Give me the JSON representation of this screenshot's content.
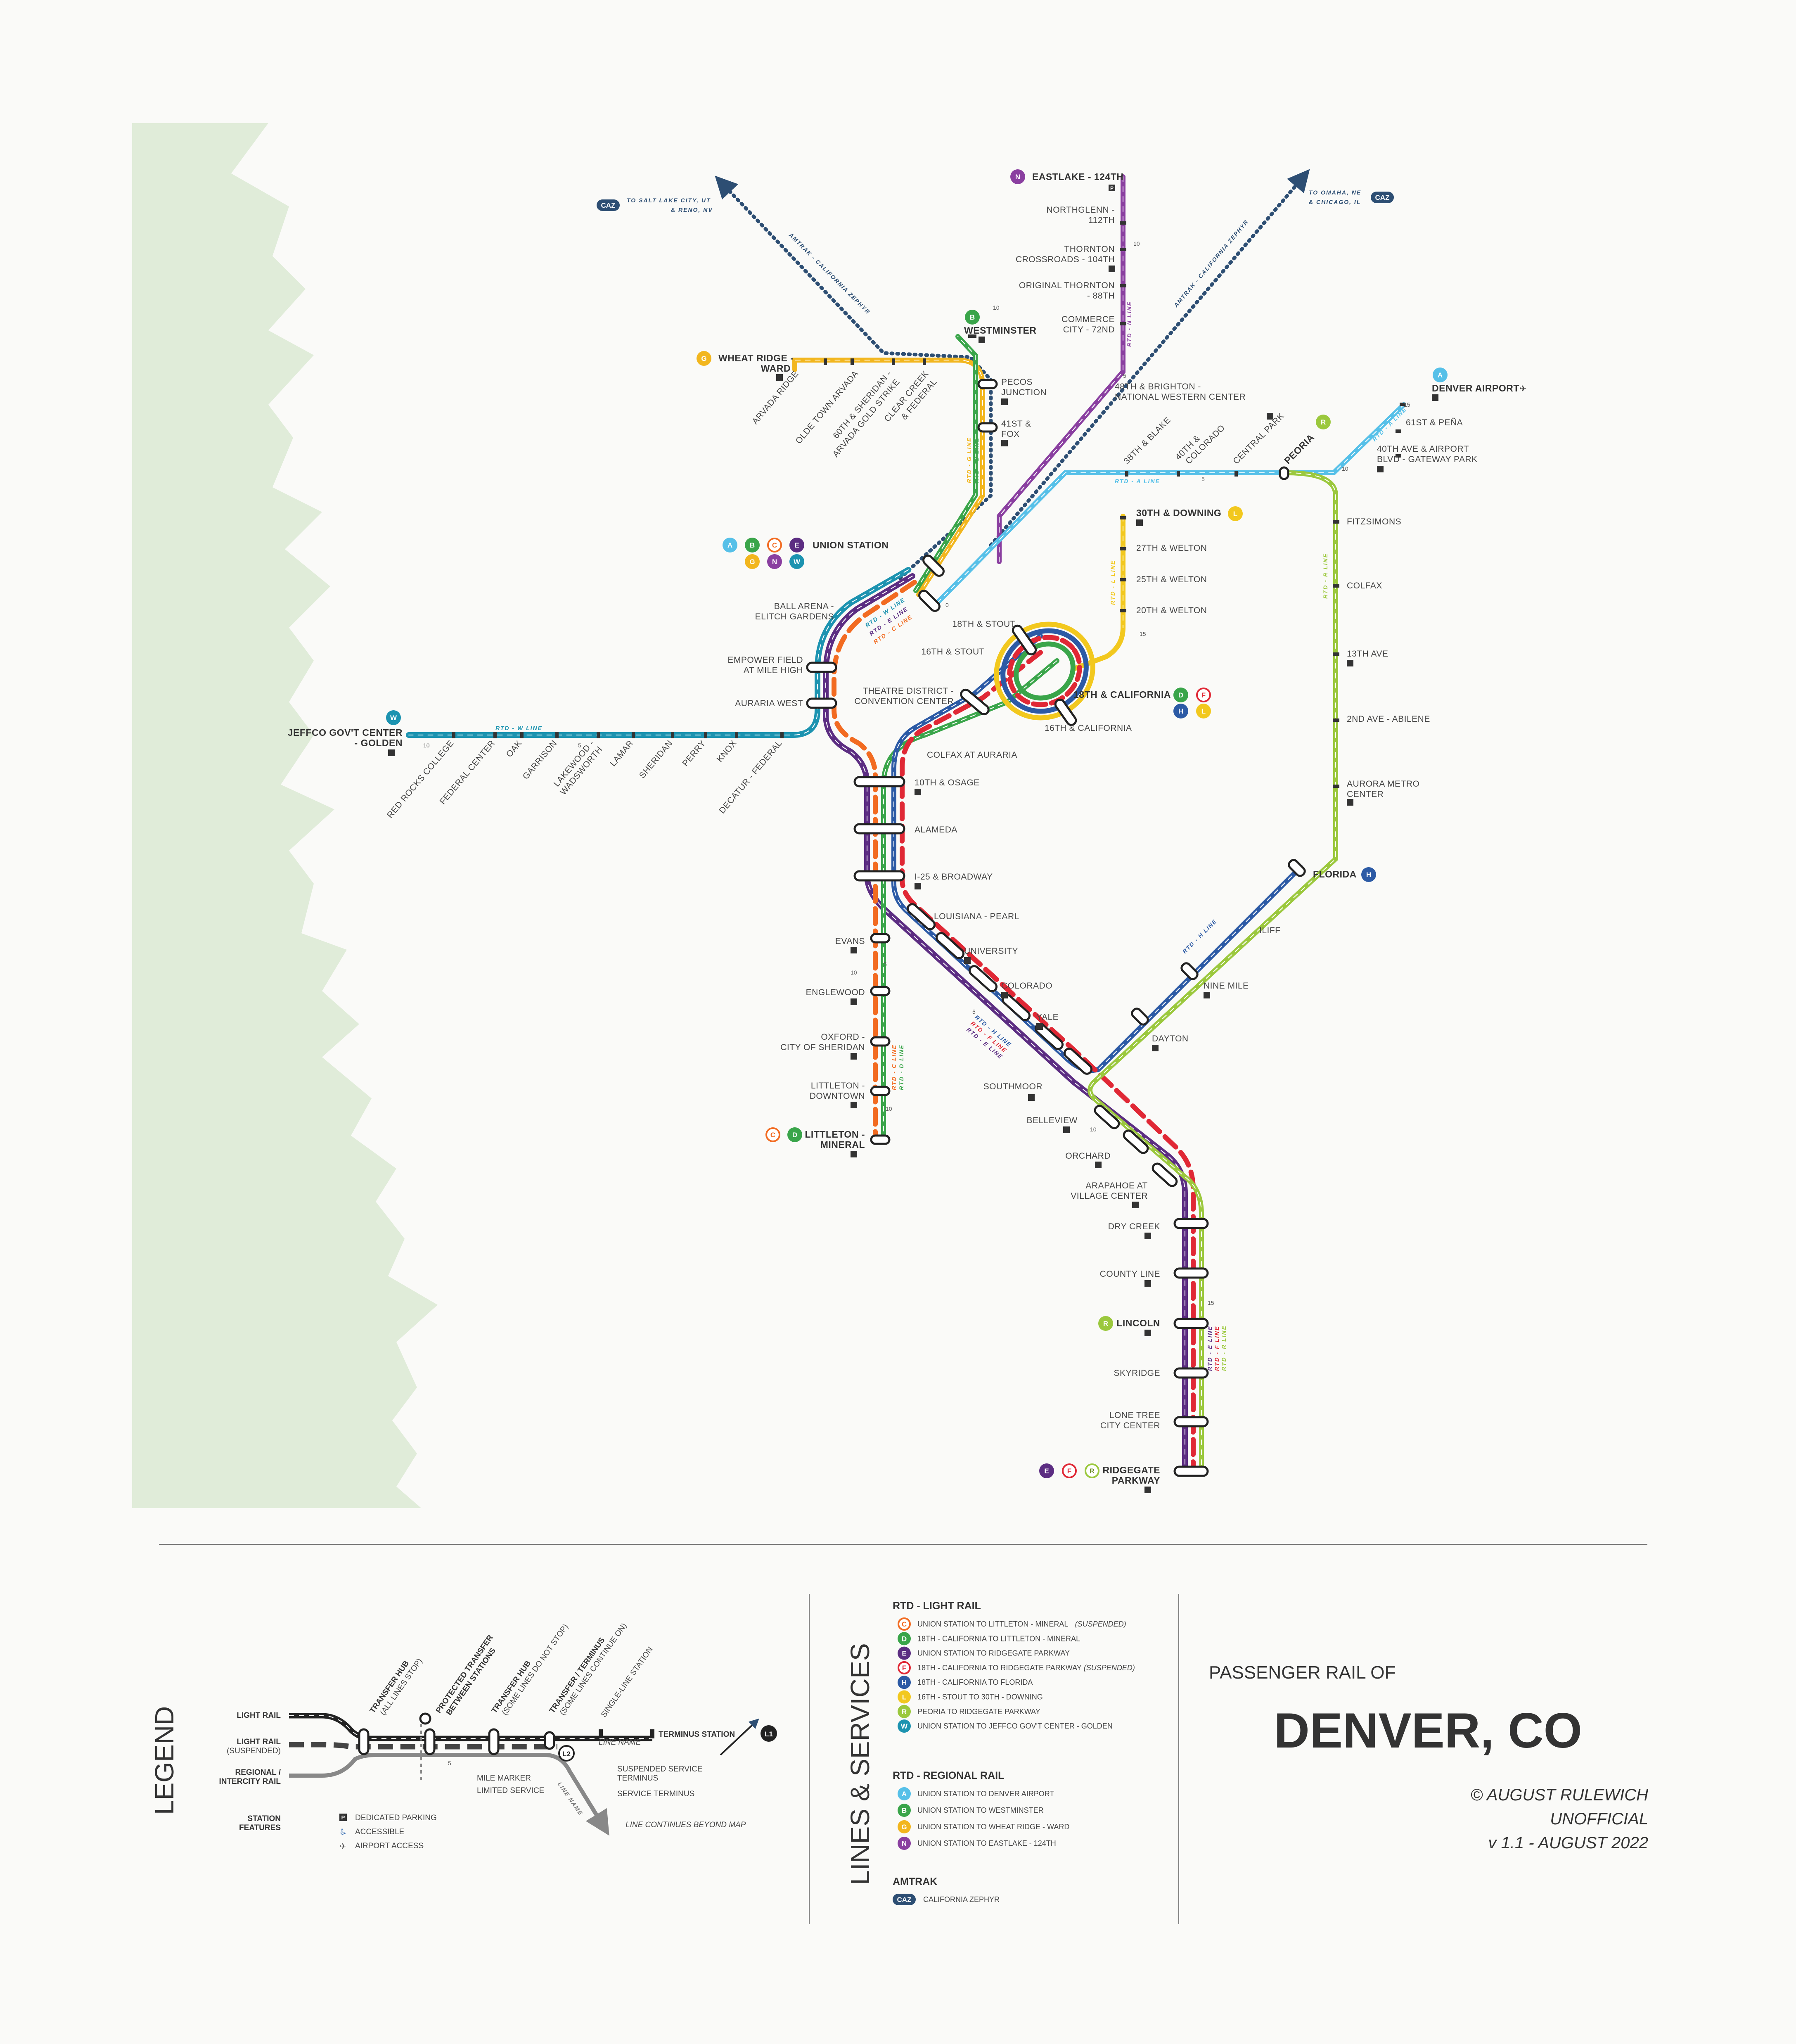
{
  "colors": {
    "A": "#56c0e8",
    "B": "#3aa54a",
    "C": "#f26b21",
    "D": "#3aa54a",
    "E": "#5c2d82",
    "F": "#e02835",
    "G": "#f2b61e",
    "H": "#2c5aa5",
    "L": "#f2c81e",
    "N": "#8a3fa0",
    "R": "#9bc83d",
    "W": "#1c93b0",
    "CAZ": "#2d4e73",
    "terrain": "#e0ecd9"
  },
  "lines_labels": {
    "w": "RTD - W LINE",
    "a": "RTD - A LINE",
    "a2": "RTD - A LINE",
    "n": "RTD - N LINE",
    "g": "RTD - G LINE",
    "b": "RTD - B LINE",
    "l": "RTD - L LINE",
    "r": "RTD - R LINE",
    "h": "RTD - H LINE",
    "west1": "RTD - W LINE",
    "west2": "RTD - E LINE",
    "west3": "RTD - C LINE",
    "sw1": "RTD - C LINE",
    "sw2": "RTD - D LINE",
    "se1": "RTD - H LINE",
    "se2": "RTD - F LINE",
    "se3": "RTD - E LINE",
    "s1": "RTD - E LINE",
    "s2": "RTD - F LINE",
    "s3": "RTD - R LINE",
    "amtrak_w": "AMTRAK - CALIFORNIA ZEPHYR",
    "amtrak_e": "AMTRAK - CALIFORNIA ZEPHYR"
  },
  "amtrak": {
    "west_badge": "CAZ",
    "west_text1": "TO SALT LAKE CITY, UT",
    "west_text2": "& RENO, NV",
    "east_badge": "CAZ",
    "east_text1": "TO OMAHA, NE",
    "east_text2": "& CHICAGO, IL"
  },
  "mile_markers": [
    "10",
    "5",
    "10",
    "5",
    "5",
    "10",
    "15",
    "10",
    "5",
    "15",
    "10",
    "10",
    "5",
    "10",
    "15",
    "0"
  ],
  "stations": {
    "eastlake": "EASTLAKE - 124TH",
    "northglenn1": "NORTHGLENN -",
    "northglenn2": "112TH",
    "thornton1": "THORNTON",
    "thornton2": "CROSSROADS - 104TH",
    "orig1": "ORIGINAL THORNTON",
    "orig2": "- 88TH",
    "comm1": "COMMERCE",
    "comm2": "CITY - 72ND",
    "westminster": "WESTMINSTER",
    "pecos1": "PECOS",
    "pecos2": "JUNCTION",
    "fox1": "41ST &",
    "fox2": "FOX",
    "brighton1": "48TH & BRIGHTON -",
    "brighton2": "NATIONAL WESTERN CENTER",
    "blake": "38TH & BLAKE",
    "colorado40_1": "40TH &",
    "colorado40_2": "COLORADO",
    "centralpark": "CENTRAL PARK",
    "peoria": "PEORIA",
    "pena": "61ST & PEÑA",
    "gateway1": "40TH AVE & AIRPORT",
    "gateway2": "BLVD - GATEWAY PARK",
    "airport": "DENVER AIRPORT",
    "wheatridge1": "WHEAT RIDGE -",
    "wheatridge2": "WARD",
    "arvadaridge": "ARVADA RIDGE",
    "oldetown": "OLDE TOWN ARVADA",
    "gold1": "60TH & SHERIDAN -",
    "gold2": "ARVADA GOLD STRIKE",
    "clear1": "CLEAR CREEK",
    "clear2": "& FEDERAL",
    "union": "UNION STATION",
    "ballarena1": "BALL ARENA -",
    "ballarena2": "ELITCH GARDENS",
    "empower1": "EMPOWER FIELD",
    "empower2": "AT MILE HIGH",
    "auraria_w": "AURARIA WEST",
    "jeffco1": "JEFFCO GOV'T CENTER",
    "jeffco2": "- GOLDEN",
    "redrocks": "RED ROCKS COLLEGE",
    "federal_center": "FEDERAL CENTER",
    "oak": "OAK",
    "garrison": "GARRISON",
    "lakewood1": "LAKEWOOD -",
    "lakewood2": "WADSWORTH",
    "lamar": "LAMAR",
    "sheridan": "SHERIDAN",
    "perry": "PERRY",
    "knox": "KNOX",
    "decatur": "DECATUR - FEDERAL",
    "downing": "30TH & DOWNING",
    "welton27": "27TH & WELTON",
    "welton25": "25TH & WELTON",
    "welton20": "20TH & WELTON",
    "stout18": "18TH & STOUT",
    "stout16": "16TH & STOUT",
    "california18": "18TH & CALIFORNIA",
    "california16": "16TH & CALIFORNIA",
    "theatre1": "THEATRE DISTRICT -",
    "theatre2": "CONVENTION CENTER",
    "colfax_auraria": "COLFAX AT AURARIA",
    "osage": "10TH & OSAGE",
    "alameda": "ALAMEDA",
    "broadway": "I-25 & BROADWAY",
    "louisiana": "LOUISIANA - PEARL",
    "university": "UNIVERSITY",
    "colorado": "COLORADO",
    "yale": "YALE",
    "southmoor": "SOUTHMOOR",
    "belleview": "BELLEVIEW",
    "orchard": "ORCHARD",
    "arapahoe1": "ARAPAHOE AT",
    "arapahoe2": "VILLAGE CENTER",
    "drycreek": "DRY CREEK",
    "countyline": "COUNTY LINE",
    "lincoln": "LINCOLN",
    "skyridge": "SKYRIDGE",
    "lonetree1": "LONE TREE",
    "lonetree2": "CITY CENTER",
    "ridgegate1": "RIDGEGATE",
    "ridgegate2": "PARKWAY",
    "evans": "EVANS",
    "englewood": "ENGLEWOOD",
    "oxford1": "OXFORD -",
    "oxford2": "CITY OF SHERIDAN",
    "littleton1": "LITTLETON -",
    "littleton2": "DOWNTOWN",
    "mineral1": "LITTLETON -",
    "mineral2": "MINERAL",
    "fitzsimons": "FITZSIMONS",
    "colfax": "COLFAX",
    "ave13": "13TH AVE",
    "abilene": "2ND AVE - ABILENE",
    "aurora1": "AURORA METRO",
    "aurora2": "CENTER",
    "florida": "FLORIDA",
    "iliff": "ILIFF",
    "ninemile": "NINE MILE",
    "dayton": "DAYTON"
  },
  "features": {
    "p": "P",
    "acc": "♿",
    "air": "✈"
  },
  "legend": {
    "title": "LEGEND",
    "light_rail": "LIGHT RAIL",
    "light_rail_susp1": "LIGHT RAIL",
    "light_rail_susp2": "(SUSPENDED)",
    "regional1": "REGIONAL /",
    "regional2": "INTERCITY RAIL",
    "station_features1": "STATION",
    "station_features2": "FEATURES",
    "transfer_hub1": "TRANSFER HUB",
    "transfer_hub2": "(ALL LINES STOP)",
    "protected1": "PROTECTED TRANSFER",
    "protected2": "BETWEEN STATIONS",
    "transfer_some1": "TRANSFER HUB",
    "transfer_some2": "(SOME LINES DO NOT STOP)",
    "terminus1": "TRANSFER / TERMINUS",
    "terminus2": "(SOME LINES CONTINUE ON)",
    "single": "SINGLE-LINE STATION",
    "line_name": "LINE NAME",
    "terminus_station": "TERMINUS STATION",
    "terminus_badge": "L1",
    "susp_badge": "L2",
    "mile_marker": "MILE MARKER",
    "limited": "LIMITED SERVICE",
    "line_name_diag": "LINE NAME",
    "suspended_term1": "SUSPENDED SERVICE",
    "suspended_term2": "TERMINUS",
    "service_term": "SERVICE TERMINUS",
    "beyond": "LINE CONTINUES BEYOND MAP",
    "mile_num": "5",
    "parking": "DEDICATED PARKING",
    "accessible": "ACCESSIBLE",
    "airport_access": "AIRPORT ACCESS"
  },
  "services": {
    "title": "LINES & SERVICES",
    "light_rail_head": "RTD - LIGHT RAIL",
    "light_rail": [
      {
        "id": "C",
        "text": "UNION STATION TO LITTLETON - MINERAL",
        "note": "(SUSPENDED)",
        "outline": true
      },
      {
        "id": "D",
        "text": "18TH - CALIFORNIA TO LITTLETON - MINERAL",
        "note": "",
        "outline": false
      },
      {
        "id": "E",
        "text": "UNION STATION TO RIDGEGATE PARKWAY",
        "note": "",
        "outline": false
      },
      {
        "id": "F",
        "text": "18TH - CALIFORNIA TO RIDGEGATE PARKWAY",
        "note": "(SUSPENDED)",
        "outline": true
      },
      {
        "id": "H",
        "text": "18TH - CALIFORNIA TO FLORIDA",
        "note": "",
        "outline": false
      },
      {
        "id": "L",
        "text": "16TH - STOUT TO 30TH - DOWNING",
        "note": "",
        "outline": false
      },
      {
        "id": "R",
        "text": "PEORIA TO RIDGEGATE PARKWAY",
        "note": "",
        "outline": false
      },
      {
        "id": "W",
        "text": "UNION STATION TO JEFFCO GOV'T CENTER - GOLDEN",
        "note": "",
        "outline": false
      }
    ],
    "regional_head": "RTD - REGIONAL RAIL",
    "regional": [
      {
        "id": "A",
        "text": "UNION STATION TO DENVER AIRPORT"
      },
      {
        "id": "B",
        "text": "UNION STATION TO WESTMINSTER"
      },
      {
        "id": "G",
        "text": "UNION STATION TO WHEAT RIDGE - WARD"
      },
      {
        "id": "N",
        "text": "UNION STATION TO EASTLAKE - 124TH"
      }
    ],
    "amtrak_head": "AMTRAK",
    "amtrak": [
      {
        "id": "CAZ",
        "text": "CALIFORNIA ZEPHYR"
      }
    ]
  },
  "titleblock": {
    "pre": "PASSENGER RAIL OF",
    "city": "DENVER, CO",
    "credit": "© AUGUST RULEWICH",
    "unofficial": "UNOFFICIAL",
    "version": "v 1.1 - AUGUST 2022"
  },
  "badges": {
    "A": "A",
    "B": "B",
    "C": "C",
    "D": "D",
    "E": "E",
    "F": "F",
    "G": "G",
    "H": "H",
    "L": "L",
    "N": "N",
    "R": "R",
    "W": "W"
  }
}
